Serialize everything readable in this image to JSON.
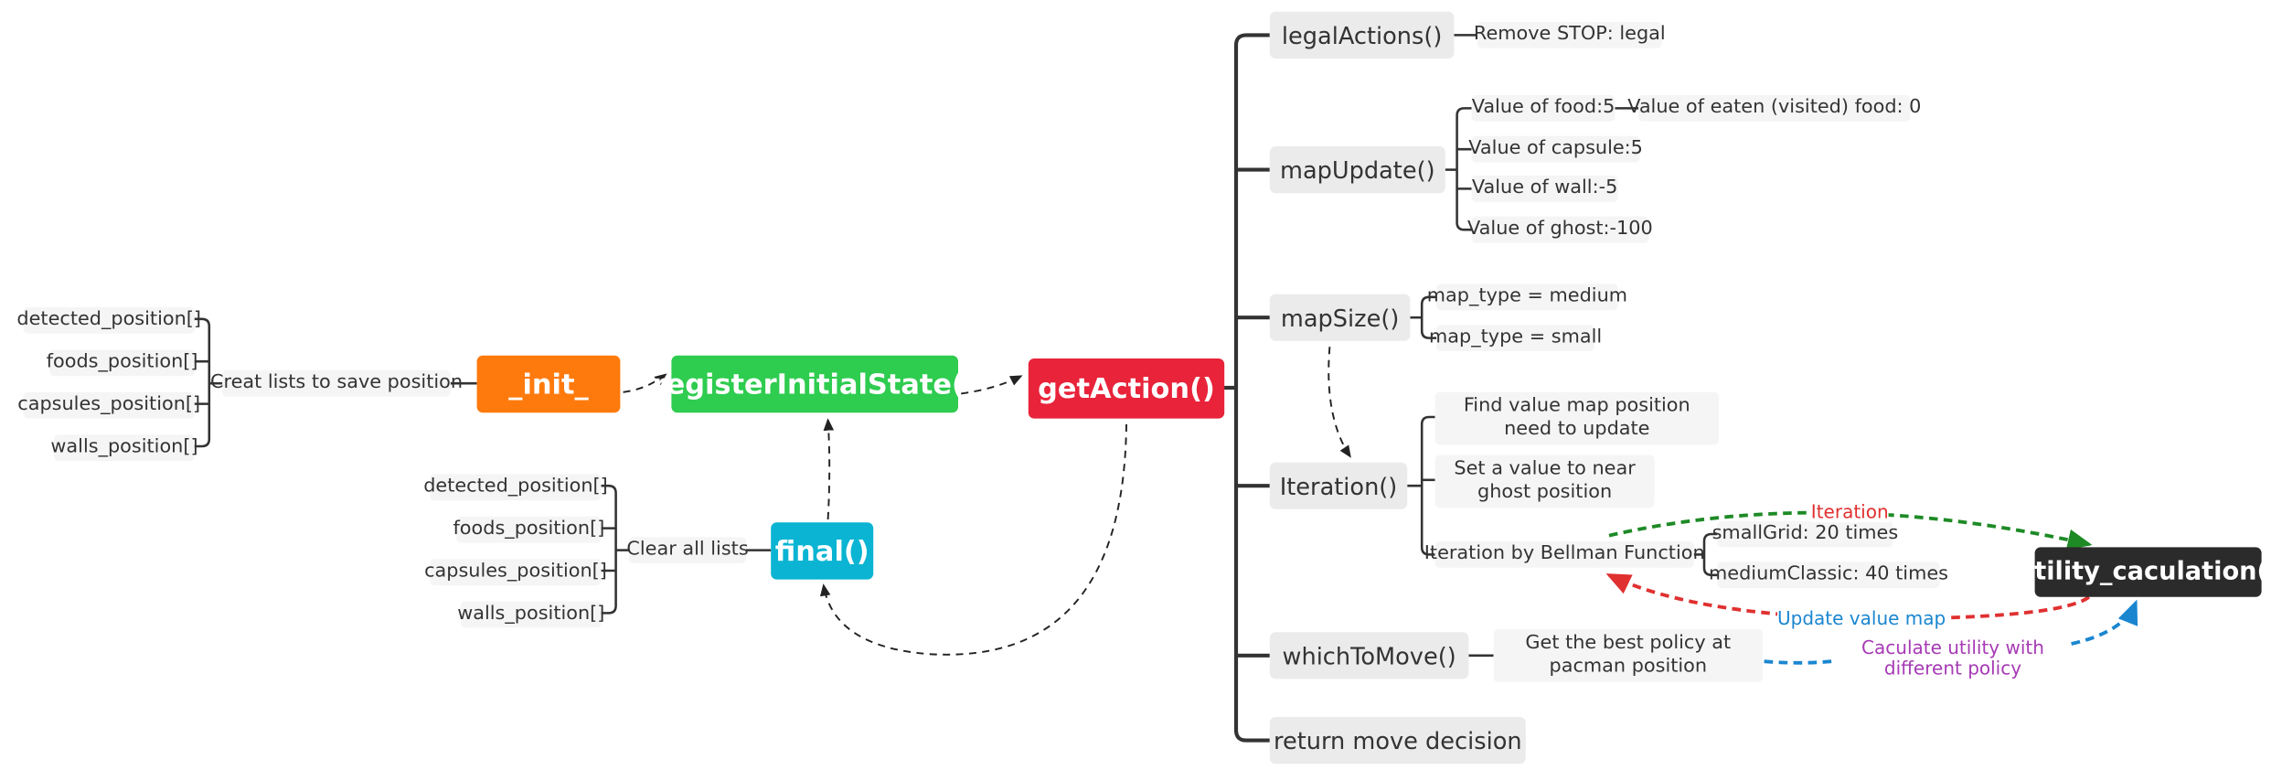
{
  "colors": {
    "init": "#ff7a0d",
    "registerInitialState": "#2ecc4f",
    "getAction": "#e8233a",
    "final": "#0ab4d2",
    "utility": "#2b2b2b",
    "green_arrow": "#1e8a26",
    "red_arrow": "#e03030",
    "blue_arrow": "#1a86d0",
    "iteration_label": "#e03030",
    "update_label": "#1a86d0",
    "calc_label": "#a63ab5"
  },
  "main": {
    "init": "_init_",
    "register": "registerInitialState()",
    "get_action": "getAction()",
    "final": "final()",
    "utility": "utility_caculation()"
  },
  "init_branch": {
    "label": "Creat lists to save position",
    "items": [
      "detected_position[]",
      "foods_position[]",
      "capsules_position[]",
      "walls_position[]"
    ]
  },
  "final_branch": {
    "label": "Clear all lists",
    "items": [
      "detected_position[]",
      "foods_position[]",
      "capsules_position[]",
      "walls_position[]"
    ]
  },
  "get_action_children": {
    "legal_actions": "legalActions()",
    "legal_actions_leaf": "Remove STOP: legal",
    "map_update": "mapUpdate()",
    "map_update_leaves": [
      "Value of food:5",
      "Value of capsule:5",
      "Value of wall:-5",
      "Value of ghost:-100"
    ],
    "eaten_food": "Value of eaten (visited) food: 0",
    "map_size": "mapSize()",
    "map_size_leaves": [
      "map_type = medium",
      "map_type = small"
    ],
    "iteration": "Iteration()",
    "iteration_leaves": [
      "Find value map position need to update",
      "Set a value to near ghost position",
      "Iteration by Bellman Function"
    ],
    "bellman_leaves": [
      "smallGrid: 20 times",
      "mediumClassic: 40 times"
    ],
    "which_to_move": "whichToMove()",
    "which_leaf": "Get the best policy at pacman position",
    "return_move": "return move decision"
  },
  "annotations": {
    "iteration": "Iteration",
    "update_value_map": "Update value map",
    "calc_utility": "Caculate utility with different policy"
  }
}
